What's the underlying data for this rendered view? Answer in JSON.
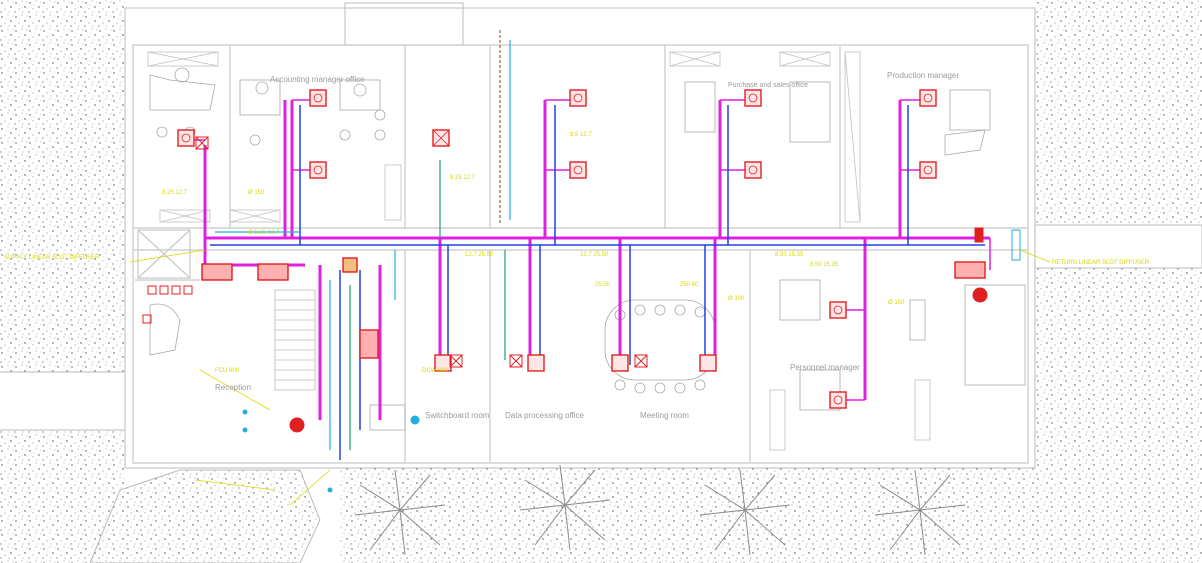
{
  "rooms": {
    "accounting": "Accounting manager office",
    "production": "Production manager",
    "sales": "Purchase and sales office",
    "personnel": "Personnel manager",
    "reception": "Reception",
    "switchboard": "Switchboard room",
    "data_processing": "Data processing office",
    "meeting": "Meeting room"
  },
  "duct_sizes": [
    "8.25 12.7",
    "Ø 150",
    "Ø 5.25 12.7",
    "12.7 25.50",
    "8.25 12.7",
    "8.5 12.7",
    "12.7 25.50",
    "8.50 15.35",
    "8.50 15.35",
    "Ø 100",
    "Ø 150",
    "25.50",
    "250 80"
  ],
  "notes": {
    "left": "SUPPLY LINEAR SLOT DIFFUSER",
    "right": "RETURN LINEAR SLOT DIFFUSER",
    "fcu": "FCU 600",
    "dch": "DCW 600"
  },
  "colors": {
    "wall": "#c8c8c8",
    "supply": "#e020e0",
    "return": "#2040e0",
    "diffuser": "#e02020",
    "dim": "#d8d800",
    "pipe_green": "#20a060",
    "pipe_cyan": "#20b0e0"
  }
}
